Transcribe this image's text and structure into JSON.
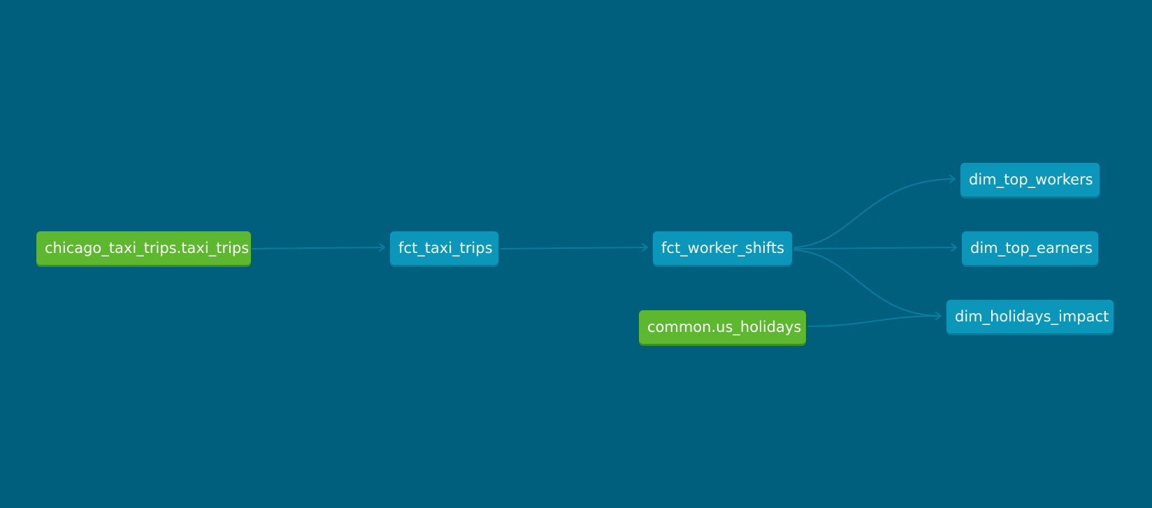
{
  "nodes": {
    "chicago_taxi_trips": {
      "label": "chicago_taxi_trips.taxi_trips",
      "kind": "source"
    },
    "fct_taxi_trips": {
      "label": "fct_taxi_trips",
      "kind": "model"
    },
    "fct_worker_shifts": {
      "label": "fct_worker_shifts",
      "kind": "model"
    },
    "common_us_holidays": {
      "label": "common.us_holidays",
      "kind": "source"
    },
    "dim_top_workers": {
      "label": "dim_top_workers",
      "kind": "model"
    },
    "dim_top_earners": {
      "label": "dim_top_earners",
      "kind": "model"
    },
    "dim_holidays_impact": {
      "label": "dim_holidays_impact",
      "kind": "model"
    }
  },
  "edges": [
    {
      "from": "chicago_taxi_trips",
      "to": "fct_taxi_trips"
    },
    {
      "from": "fct_taxi_trips",
      "to": "fct_worker_shifts"
    },
    {
      "from": "fct_worker_shifts",
      "to": "dim_top_workers"
    },
    {
      "from": "fct_worker_shifts",
      "to": "dim_top_earners"
    },
    {
      "from": "fct_worker_shifts",
      "to": "dim_holidays_impact"
    },
    {
      "from": "common_us_holidays",
      "to": "dim_holidays_impact"
    }
  ],
  "colors": {
    "background": "#005f7d",
    "source_node": "#5db830",
    "model_node": "#0b96ba",
    "edge": "#0a7d9e",
    "text": "#ffffff"
  }
}
